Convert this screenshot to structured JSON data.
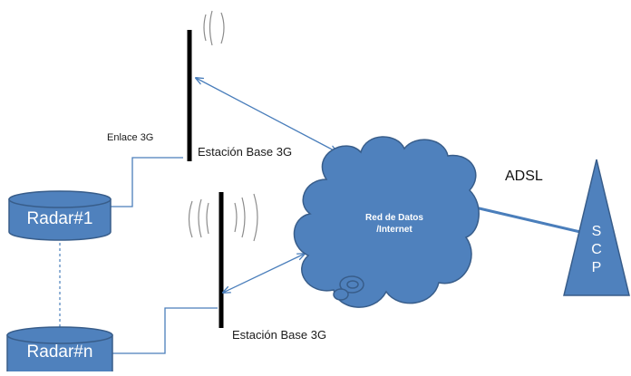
{
  "labels": {
    "link_3g": "Enlace 3G",
    "base_station_top": "Estación Base 3G",
    "base_station_bottom": "Estación Base 3G",
    "adsl": "ADSL",
    "cloud_line1": "Red de Datos",
    "cloud_line2": "/Internet",
    "radar_1": "Radar#1",
    "radar_n": "Radar#n",
    "scp_letters": [
      "S",
      "C",
      "P"
    ]
  },
  "colors": {
    "shape_fill": "#4f81bd",
    "shape_stroke": "#385d8a",
    "connector": "#4a7ebb",
    "antenna": "#000000",
    "wave": "#7f7f7f"
  },
  "icons": {
    "radar": "cylinder-icon",
    "network": "cloud-icon",
    "scp": "triangle-icon",
    "antenna": "antenna-mast-icon",
    "signal": "radio-waves-icon"
  }
}
